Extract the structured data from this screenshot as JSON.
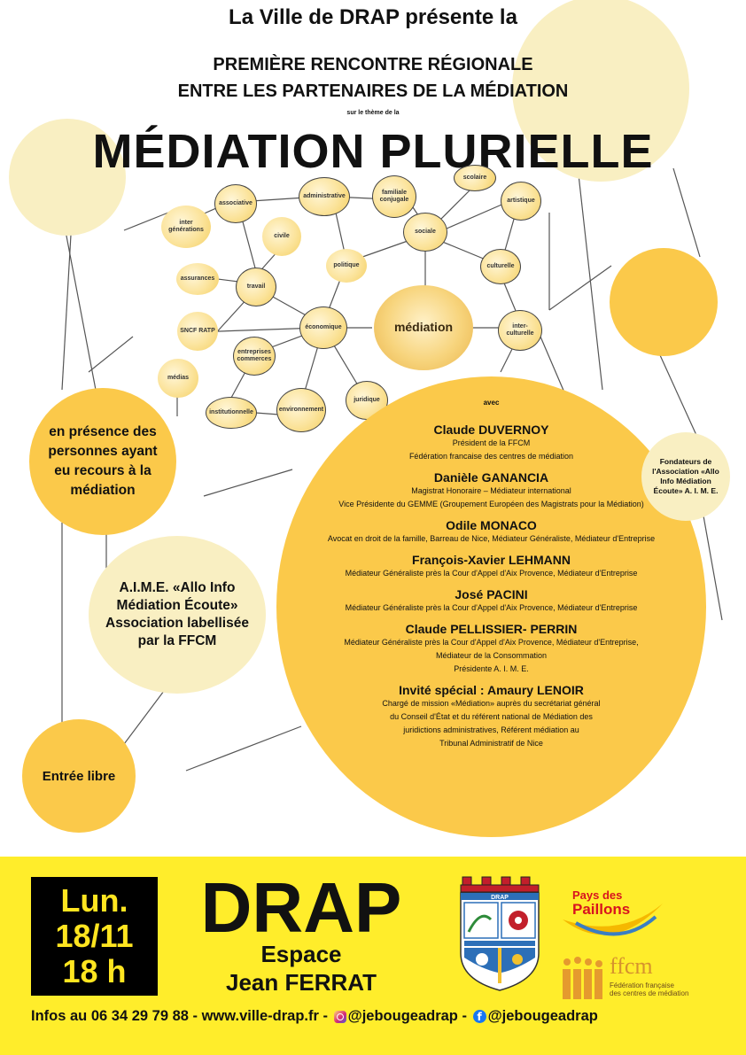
{
  "header": {
    "presents": "La Ville de DRAP présente la",
    "title_line1": "PREMIÈRE RENCONTRE RÉGIONALE",
    "title_line2": "ENTRE LES PARTENAIRES DE LA MÉDIATION",
    "theme_intro": "sur le thème de la",
    "main_title": "MÉDIATION PLURIELLE"
  },
  "diagram": {
    "nodes": {
      "associative": "associative",
      "administrative": "administrative",
      "familiale": "familiale conjugale",
      "scolaire": "scolaire",
      "artistique": "artistique",
      "intergen": "inter générations",
      "civile": "civile",
      "sociale": "sociale",
      "politique": "politique",
      "culturelle": "culturelle",
      "assurances": "assurances",
      "travail": "travail",
      "mediation": "médiation",
      "sncf": "SNCF RATP",
      "economique": "économique",
      "interculturelle": "inter-culturelle",
      "entreprises": "entreprises commerces",
      "medias": "médias",
      "institutionnelle": "institutionnelle",
      "environnement": "environnement",
      "juridique": "juridique"
    }
  },
  "bubbles": {
    "presence": "en présence des personnes ayant eu recours à la médiation",
    "aime": "A.I.M.E. «Allo Info Médiation Écoute» Association labellisée par la FFCM",
    "entree": "Entrée libre",
    "fondateurs": "Fondateurs de l'Association «Allo Info Médiation Écoute» A. I. M. E."
  },
  "guests": {
    "avec": "avec",
    "list": [
      {
        "name": "Claude DUVERNOY",
        "roles": [
          "Président de la FFCM",
          "Fédération francaise des centres de médiation"
        ]
      },
      {
        "name": "Danièle GANANCIA",
        "roles": [
          "Magistrat Honoraire – Médiateur international",
          "Vice Présidente du GEMME (Groupement Européen des Magistrats pour la Médiation)"
        ]
      },
      {
        "name": "Odile MONACO",
        "roles": [
          "Avocat en droit de la famille, Barreau de Nice, Médiateur Généraliste, Médiateur d'Entreprise"
        ]
      },
      {
        "name": "François-Xavier LEHMANN",
        "roles": [
          "Médiateur Généraliste près la Cour d'Appel d'Aix Provence, Médiateur d'Entreprise"
        ]
      },
      {
        "name": "José PACINI",
        "roles": [
          "Médiateur Généraliste près la Cour d'Appel d'Aix Provence, Médiateur d'Entreprise"
        ]
      },
      {
        "name": "Claude PELLISSIER- PERRIN",
        "roles": [
          "Médiateur Généraliste près la Cour d'Appel d'Aix Provence, Médiateur d'Entreprise,",
          "Médiateur de la Consommation",
          "Présidente A. I. M. E."
        ]
      },
      {
        "name": "Invité spécial : Amaury LENOIR",
        "roles": [
          "Chargé de mission «Médiation» auprès du secrétariat général",
          "du Conseil d'État et du référent national de Médiation des",
          "juridictions  administratives, Référent médiation au",
          "Tribunal Administratif de Nice"
        ]
      }
    ]
  },
  "event": {
    "day": "Lun.",
    "date": "18/11",
    "time": "18 h",
    "city": "DRAP",
    "venue_line1": "Espace",
    "venue_line2": "Jean FERRAT"
  },
  "footer": {
    "infos": "Infos  au 06 34 29 79 88 - www.ville-drap.fr -",
    "instagram": "@jebougeadrap",
    "separator": "-",
    "facebook": "@jebougeadrap"
  },
  "logos": {
    "crest_label": "DRAP",
    "paillons_line1": "Pays des",
    "paillons_line2": "Paillons",
    "ffcm_name": "ffcm",
    "ffcm_sub_line1": "Fédération française",
    "ffcm_sub_line2": "des centres de médiation"
  },
  "colors": {
    "accent_yellow": "#fbc94a",
    "band_yellow": "#ffed2b",
    "bubble_light": "#f9efc2"
  }
}
